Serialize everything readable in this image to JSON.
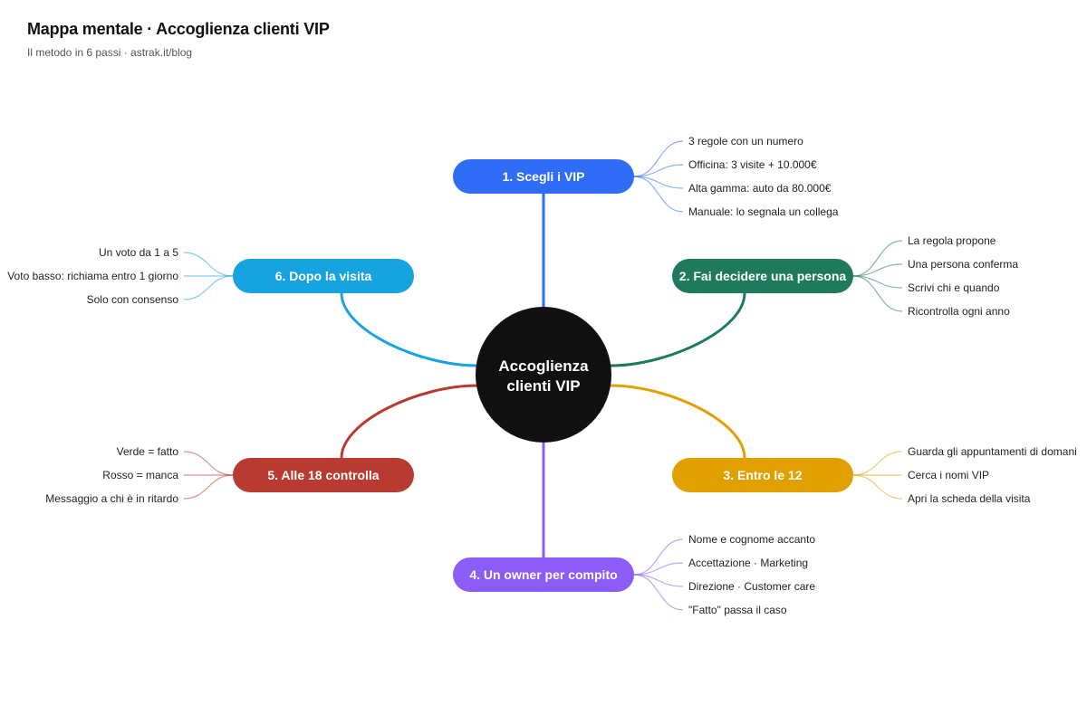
{
  "header": {
    "title": "Mappa mentale · Accoglienza clienti VIP",
    "subtitle": "Il metodo in 6 passi · astrak.it/blog"
  },
  "center": {
    "line1": "Accoglienza",
    "line2": "clienti VIP",
    "color": "#111111"
  },
  "branches": [
    {
      "label": "1. Scegli i VIP",
      "color": "#2f6df6",
      "leaves": [
        "3 regole con un numero",
        "Officina: 3 visite + 10.000€",
        "Alta gamma: auto da 80.000€",
        "Manuale: lo segnala un collega"
      ]
    },
    {
      "label": "2. Fai decidere una persona",
      "color": "#1f7a5c",
      "leaves": [
        "La regola propone",
        "Una persona conferma",
        "Scrivi chi e quando",
        "Ricontrolla ogni anno"
      ]
    },
    {
      "label": "3. Entro le 12",
      "color": "#e0a100",
      "leaves": [
        "Guarda gli appuntamenti di domani",
        "Cerca i nomi VIP",
        "Apri la scheda della visita"
      ]
    },
    {
      "label": "4. Un owner per compito",
      "color": "#8b5cf6",
      "leaves": [
        "Nome e cognome accanto",
        "Accettazione · Marketing",
        "Direzione · Customer care",
        "\"Fatto\" passa il caso"
      ]
    },
    {
      "label": "5. Alle 18 controlla",
      "color": "#b83a30",
      "leaves": [
        "Verde = fatto",
        "Rosso = manca",
        "Messaggio a chi è in ritardo"
      ]
    },
    {
      "label": "6. Dopo la visita",
      "color": "#17a2e0",
      "leaves": [
        "Un voto da 1 a 5",
        "Voto basso: richiama entro 1 giorno",
        "Solo con consenso"
      ]
    }
  ]
}
